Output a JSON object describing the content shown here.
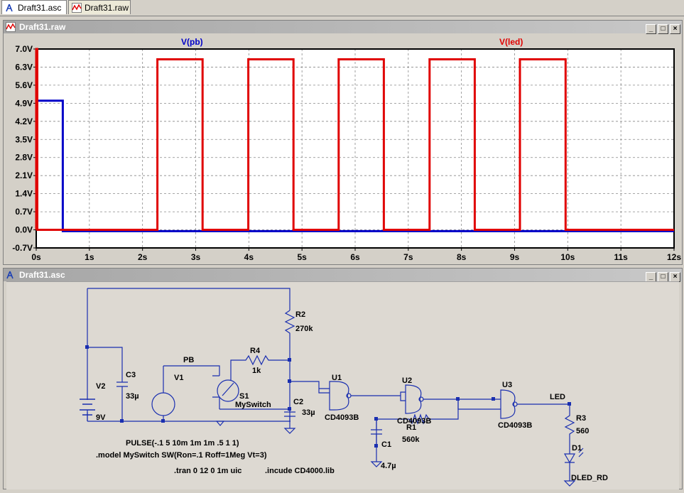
{
  "tabs": [
    {
      "label": "Draft31.asc",
      "icon": "schematic-icon"
    },
    {
      "label": "Draft31.raw",
      "icon": "waveform-icon"
    }
  ],
  "plot_window": {
    "title": "Draft31.raw",
    "buttons": [
      "_",
      "□",
      "×"
    ]
  },
  "schematic_window": {
    "title": "Draft31.asc",
    "buttons": [
      "_",
      "□",
      "×"
    ]
  },
  "chart_data": {
    "type": "line",
    "title": "",
    "xlabel": "",
    "ylabel": "",
    "xlim": [
      0,
      12
    ],
    "ylim": [
      -0.7,
      7.0
    ],
    "x_ticks": [
      "0s",
      "1s",
      "2s",
      "3s",
      "4s",
      "5s",
      "6s",
      "7s",
      "8s",
      "9s",
      "10s",
      "11s",
      "12s"
    ],
    "y_ticks": [
      "7.0V",
      "6.3V",
      "5.6V",
      "4.9V",
      "4.2V",
      "3.5V",
      "2.8V",
      "2.1V",
      "1.4V",
      "0.7V",
      "0.0V",
      "-0.7V"
    ],
    "grid": true,
    "series": [
      {
        "name": "V(pb)",
        "color": "#0000c8",
        "x": [
          0,
          0,
          0.5,
          0.5,
          12
        ],
        "y": [
          0,
          5,
          5,
          -0.05,
          -0.05
        ]
      },
      {
        "name": "V(led)",
        "color": "#e00000",
        "x": [
          0,
          0,
          0.02,
          0.02,
          2.28,
          2.28,
          3.13,
          3.13,
          3.99,
          3.99,
          4.84,
          4.84,
          5.69,
          5.69,
          6.54,
          6.54,
          7.4,
          7.4,
          8.25,
          8.25,
          9.1,
          9.1,
          9.96,
          9.96,
          12
        ],
        "y": [
          0,
          7.0,
          7.0,
          0,
          0,
          6.6,
          6.6,
          0,
          0,
          6.6,
          6.6,
          0,
          0,
          6.6,
          6.6,
          0,
          0,
          6.6,
          6.6,
          0,
          0,
          6.6,
          6.6,
          0,
          0
        ]
      }
    ]
  },
  "schematic": {
    "components": {
      "r2": {
        "ref": "R2",
        "value": "270k"
      },
      "r4": {
        "ref": "R4",
        "value": "1k"
      },
      "u1": {
        "ref": "U1",
        "value": "CD4093B"
      },
      "u2": {
        "ref": "U2",
        "value": "CD4093B"
      },
      "u3": {
        "ref": "U3",
        "value": "CD4093B"
      },
      "v2": {
        "ref": "V2",
        "value": "9V"
      },
      "c3": {
        "ref": "C3",
        "value": "33µ"
      },
      "v1": {
        "ref": "V1"
      },
      "s1": {
        "ref": "S1",
        "value": "MySwitch"
      },
      "c2": {
        "ref": "C2",
        "value": "33µ"
      },
      "r1": {
        "ref": "R1",
        "value": "560k"
      },
      "c1": {
        "ref": "C1",
        "value": "4.7µ"
      },
      "r3": {
        "ref": "R3",
        "value": "560"
      },
      "d1": {
        "ref": "D1",
        "value": "DLED_RD"
      }
    },
    "net_labels": {
      "pb": "PB",
      "led": "LED"
    },
    "directives": {
      "pulse": "PULSE(-.1 5 10m 1m 1m .5 1 1)",
      "model": ".model MySwitch  SW(Ron=.1 Roff=1Meg Vt=3)",
      "tran": ".tran 0 12 0 1m uic",
      "include": ".incude CD4000.lib"
    }
  }
}
